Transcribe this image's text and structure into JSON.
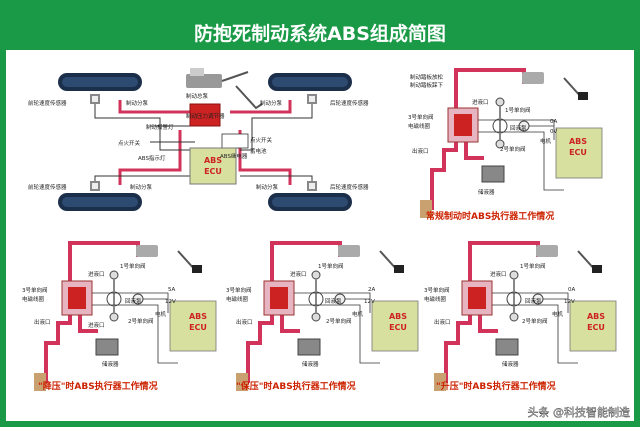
{
  "title": "防抱死制动系统ABS组成简图",
  "colors": {
    "frame": "#1a9a47",
    "pipe": "#d2335a",
    "ecu": "#d8e0a0",
    "ecu_text": "#cc2222",
    "caption": "#cc2200",
    "tire": "#1c2f4a",
    "wire": "#333333"
  },
  "overview": {
    "fl_sensor": "前轮速度传感器",
    "rl_sensor": "前轮速度传感器",
    "fr_sensor": "后轮速度传感器",
    "rr_sensor": "后轮速度传感器",
    "pump_tl": "制动分泵",
    "pump_tr": "制动分泵",
    "pump_bl": "制动分泵",
    "pump_br": "制动分泵",
    "master": "制动总泵",
    "modulator": "制动压力调节器",
    "brake_lamp": "制动报警灯",
    "ignition": "点火开关",
    "abs_lamp": "ABS指示灯",
    "ignition2": "点火开关",
    "battery": "蓄电池",
    "relay": "ABS继电器",
    "ecu": [
      "ABS",
      "ECU"
    ]
  },
  "panels": [
    {
      "caption": "常规制动时ABS执行器工作情况",
      "release": "制动踏板放松",
      "press": "制动踏板踩下",
      "inlet": "进液口",
      "valve1": "1号单向阀",
      "valve3": "3号单向阀",
      "coil": "电磁线圈",
      "return_pump": "回液泵",
      "motor": "电机",
      "outlet": "出液口",
      "valve2": "2号单向阀",
      "reservoir": "储液器",
      "current": "0A",
      "voltage": "0V",
      "ecu": [
        "ABS",
        "ECU"
      ]
    },
    {
      "caption": "\"降压\"时ABS执行器工作情况",
      "inlet": "进液口",
      "valve1": "1号单向阀",
      "valve3": "3号单向阀",
      "coil": "电磁线圈",
      "return_pump": "回液泵",
      "motor": "电机",
      "outlet": "出液口",
      "valve2": "2号单向阀",
      "reservoir": "储液器",
      "current": "5A",
      "voltage": "12V",
      "ecu": [
        "ABS",
        "ECU"
      ]
    },
    {
      "caption": "\"保压\"时ABS执行器工作情况",
      "inlet": "进液口",
      "valve1": "1号单向阀",
      "valve3": "3号单向阀",
      "coil": "电磁线圈",
      "return_pump": "回液泵",
      "motor": "电机",
      "outlet": "出液口",
      "valve2": "2号单向阀",
      "reservoir": "储液器",
      "current": "2A",
      "voltage": "12V",
      "ecu": [
        "ABS",
        "ECU"
      ]
    },
    {
      "caption": "\"升压\"时ABS执行器工作情况",
      "inlet": "进液口",
      "valve1": "1号单向阀",
      "valve3": "3号单向阀",
      "coil": "电磁线圈",
      "return_pump": "回液泵",
      "motor": "电机",
      "outlet": "出液口",
      "valve2": "2号单向阀",
      "reservoir": "储液器",
      "current": "0A",
      "voltage": "12V",
      "ecu": [
        "ABS",
        "ECU"
      ]
    }
  ],
  "watermark": "头条 @科技智能制造"
}
